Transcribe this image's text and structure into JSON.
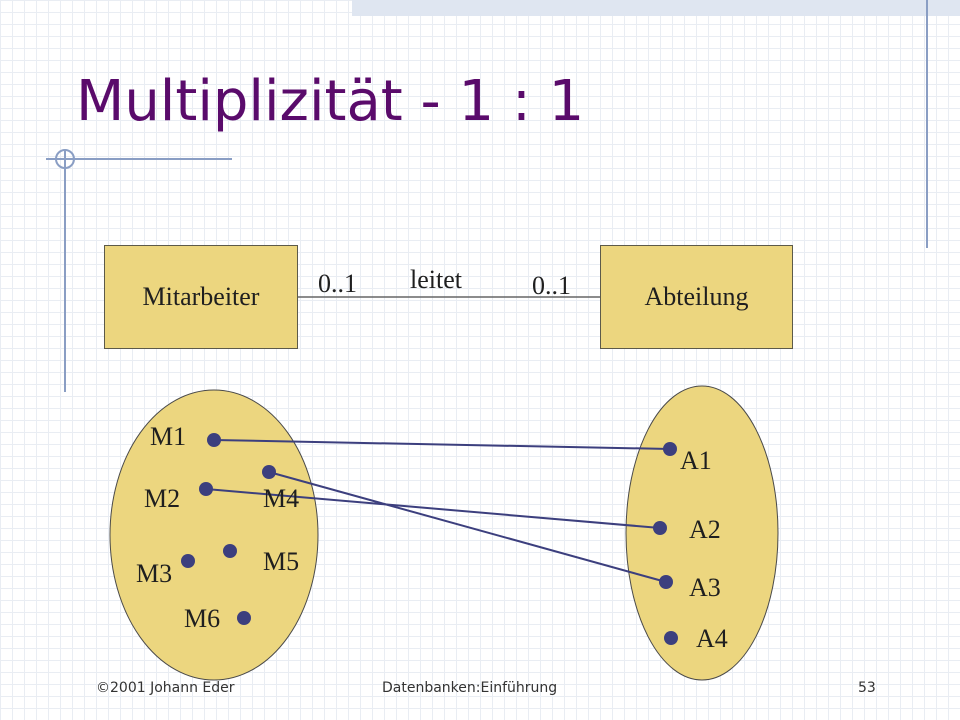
{
  "slide": {
    "title": "Multiplizität - 1 : 1",
    "association": {
      "left_entity": "Mitarbeiter",
      "right_entity": "Abteilung",
      "name": "leitet",
      "left_multiplicity": "0..1",
      "right_multiplicity": "0..1"
    },
    "left_set": {
      "elements": [
        "M1",
        "M2",
        "M3",
        "M4",
        "M5",
        "M6"
      ]
    },
    "right_set": {
      "elements": [
        "A1",
        "A2",
        "A3",
        "A4"
      ]
    },
    "links": [
      {
        "from": "M1",
        "to": "A1"
      },
      {
        "from": "M2",
        "to": "A2"
      },
      {
        "from": "M4",
        "to": "A3"
      }
    ]
  },
  "footer": {
    "copyright": "©2001 Johann Eder",
    "course": "Datenbanken:Einführung",
    "page_number": "53"
  },
  "colors": {
    "title": "#5a0b6b",
    "fill": "#ecd67f",
    "line": "#3c3f7e",
    "accent_line": "#8a9ec4"
  }
}
